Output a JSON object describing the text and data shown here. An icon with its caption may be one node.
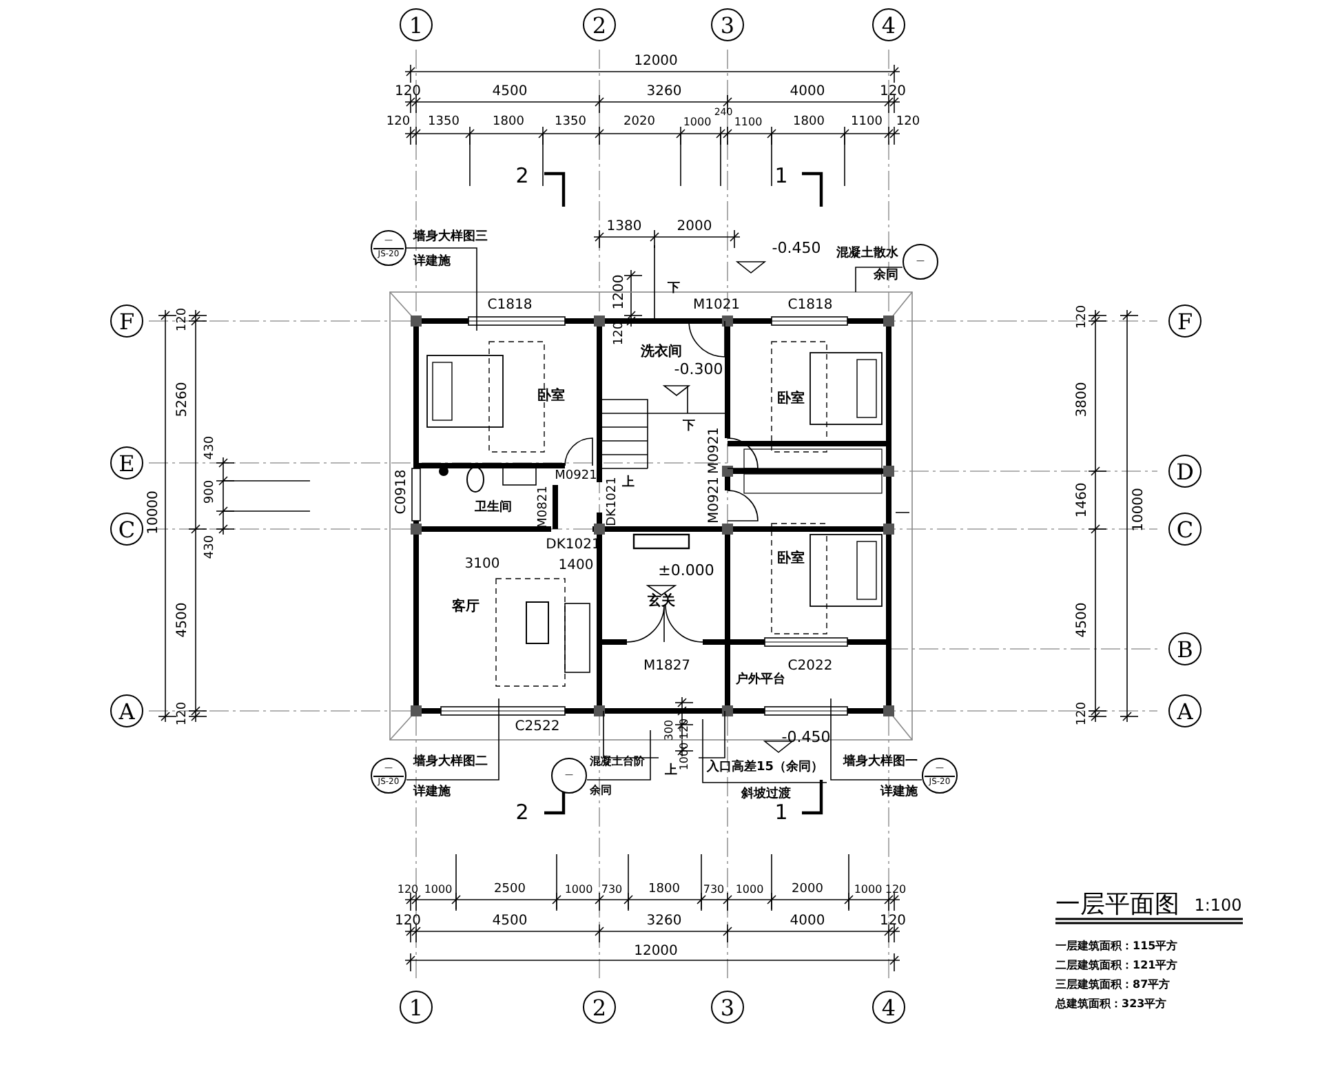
{
  "diagram": {
    "title": "一层平面图",
    "nodes": [
      {
        "text": [
          "1"
        ]
      },
      {
        "text": [
          "2"
        ]
      },
      {
        "text": [
          "3"
        ]
      },
      {
        "text": [
          "4"
        ]
      },
      {
        "text": [
          "—",
          "JS-20"
        ],
        "beside": [
          "墙身大样图三",
          "详建施"
        ]
      },
      {
        "text": [
          "—"
        ],
        "beside": [
          "混凝土散水",
          "余同"
        ]
      },
      {
        "text": [
          "F"
        ]
      },
      {
        "text": [
          "F"
        ]
      },
      {
        "text": [
          "E"
        ]
      },
      {
        "text": [
          "D"
        ]
      },
      {
        "text": [
          "C"
        ]
      },
      {
        "text": [
          "C"
        ]
      },
      {
        "text": [
          "B"
        ]
      },
      {
        "text": [
          "A"
        ]
      },
      {
        "text": [
          "A"
        ]
      },
      {
        "text": [
          "—",
          "JS-20"
        ],
        "beside": [
          "墙身大样图二",
          "详建施"
        ]
      },
      {
        "text": [
          "—"
        ],
        "beside": [
          "混凝土台阶",
          "余同"
        ]
      },
      {
        "text": [
          "入口高差15（余同）"
        ]
      },
      {
        "text": [
          "—",
          "JS-20"
        ],
        "beside": [
          "墙身大样图一",
          "详建施"
        ]
      },
      {
        "text": [
          "1"
        ]
      },
      {
        "text": [
          "2"
        ]
      },
      {
        "text": [
          "3"
        ]
      },
      {
        "text": [
          "4"
        ]
      }
    ],
    "edges": [
      {
        "from": 4,
        "to": null,
        "arrow": "none"
      },
      {
        "from": 5,
        "to": null,
        "arrow": "none"
      },
      {
        "from": 15,
        "to": null,
        "arrow": "none"
      },
      {
        "from": 16,
        "to": null,
        "arrow": "none"
      },
      {
        "from": 17,
        "to": null,
        "arrow": "none"
      },
      {
        "from": 18,
        "to": null,
        "arrow": "none"
      }
    ],
    "labels": [
      "12000",
      "120",
      "4500",
      "3260",
      "4000",
      "120",
      "120",
      "1350",
      "1800",
      "1350",
      "2020",
      "1000",
      "240",
      "1100",
      "1800",
      "1100",
      "120",
      "2",
      "1",
      "1380",
      "2000",
      "-0.450",
      "C1818",
      "1200",
      "下",
      "M1021",
      "C1818",
      "120",
      "120",
      "5260",
      "430",
      "900",
      "430",
      "10000",
      "4500",
      "120",
      "120",
      "3800",
      "1460",
      "10000",
      "4500",
      "120",
      "洗衣间",
      "-0.300",
      "卧室",
      "卧室",
      "下",
      "M0921",
      "C0918",
      "卫生间",
      "M0821",
      "M0921",
      "DK1021",
      "上",
      "M0921",
      "DK1021",
      "3100",
      "1400",
      "±0.000",
      "卧室",
      "客厅",
      "玄关",
      "M1827",
      "C2022",
      "户外平台",
      "C2522",
      "300",
      "120",
      "1000",
      "-0.450",
      "上",
      "斜坡过渡",
      "2",
      "1",
      "120",
      "1000",
      "2500",
      "1000",
      "730",
      "1800",
      "730",
      "1000",
      "2000",
      "1000",
      "120",
      "120",
      "4500",
      "3260",
      "4000",
      "120",
      "12000",
      "1:100",
      "一层建筑面积：115平方",
      "二层建筑面积：121平方",
      "三层建筑面积：87平方",
      "总建筑面积：323平方"
    ]
  }
}
